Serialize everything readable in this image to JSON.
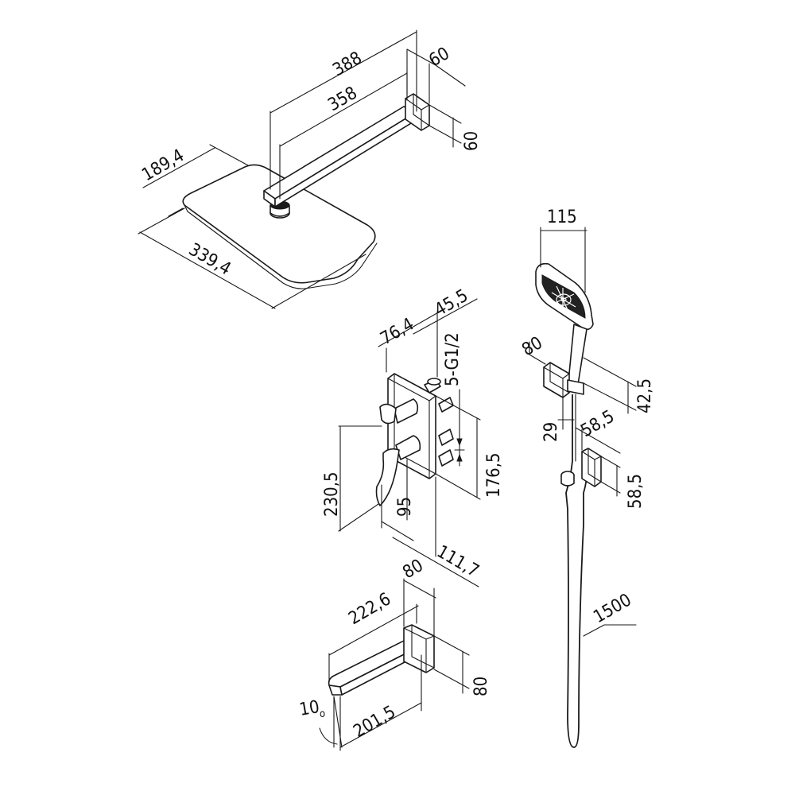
{
  "overhead_shower": {
    "arm_length": "388",
    "arm_reach": "358",
    "flange_width": "60",
    "flange_height": "60",
    "head_width": "189,4",
    "head_length": "339,4"
  },
  "mixer": {
    "depth_to_handle": "76,4",
    "depth_body": "45,5",
    "thread": "5-G1/2",
    "total_height": "230,5",
    "plate_height": "176,5",
    "lower_offset": "95",
    "plate_width": "111,7"
  },
  "hand_shower": {
    "head_width": "115",
    "holder_depth": "80",
    "holder_height": "42,5",
    "holder_gap": "29",
    "outlet_depth": "58,5",
    "outlet_height": "58,5",
    "hose_length": "1500"
  },
  "spout": {
    "flange": "80",
    "length": "222,6",
    "reach": "201,5",
    "height": "80",
    "angle": "10",
    "angle_unit": "o"
  }
}
